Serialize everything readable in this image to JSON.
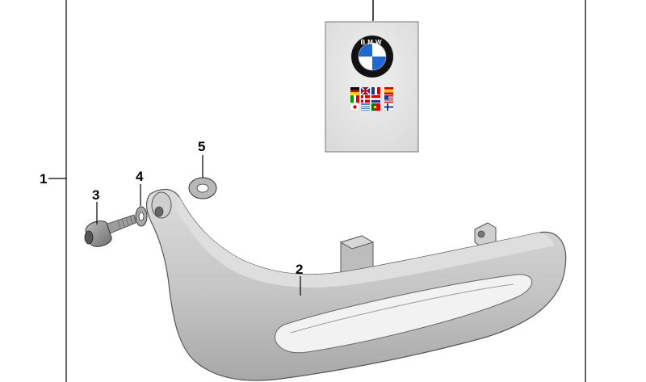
{
  "diagram": {
    "callouts": {
      "assembly": "1",
      "grab_handle": "2",
      "bolt": "3",
      "washer_small": "4",
      "washer_large": "5"
    },
    "manual_logo_text": "BMW",
    "manual_flags": [
      "DE",
      "GB",
      "FR",
      "ES",
      "IT",
      "DK",
      "NL",
      "US",
      "JP",
      "GR",
      "PT",
      "FI"
    ],
    "colors": {
      "part_fill": "#c8c8c8",
      "part_dark": "#9a9a9a",
      "manual_fill": "#e6e6e6",
      "bmw_blue": "#1c69d4"
    }
  }
}
